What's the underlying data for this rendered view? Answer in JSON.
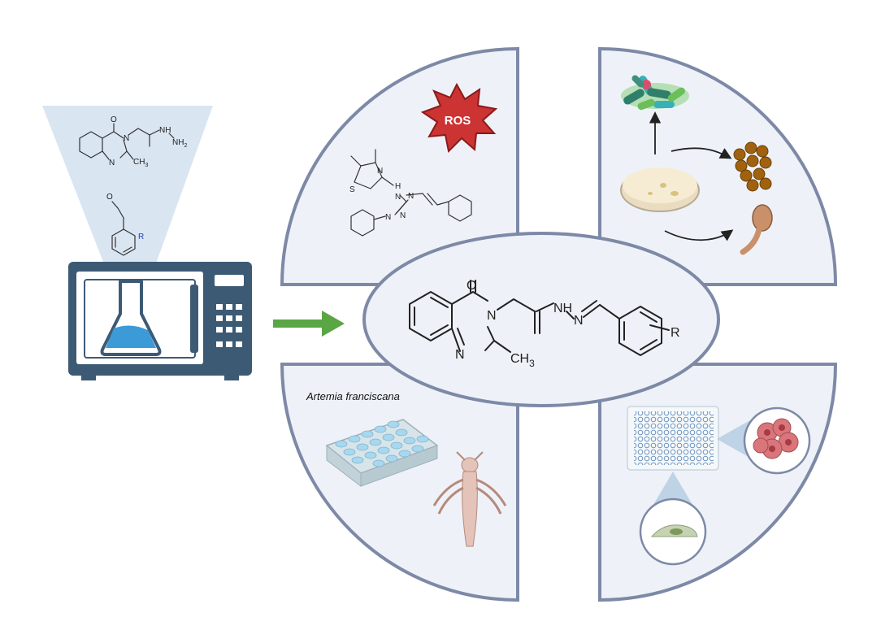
{
  "center_molecule": {
    "label_O": "O",
    "label_N1": "N",
    "label_N2": "N",
    "label_NH": "NH",
    "label_N3": "N",
    "label_CH3": "CH",
    "label_CH3_sub": "3",
    "label_R": "R"
  },
  "reagents": {
    "hydrazide_O": "O",
    "hydrazide_N1": "N",
    "hydrazide_N2": "N",
    "hydrazide_NH": "NH",
    "hydrazide_NH2": "NH",
    "hydrazide_NH2_sub": "2",
    "hydrazide_CH3": "CH",
    "hydrazide_CH3_sub": "3",
    "aldehyde_O": "O",
    "aldehyde_R": "R"
  },
  "quadrants": {
    "antioxidant": {
      "badge": "ROS",
      "label_S": "S",
      "label_N_thiazole": "N",
      "label_H": "H",
      "label_N_a": "N",
      "label_N_b": "N",
      "label_N_c": "N",
      "label_N_d": "N"
    },
    "toxicity": {
      "organism": "Artemia franciscana"
    }
  },
  "colors": {
    "quadrant_fill": "#eef2f8",
    "quadrant_stroke": "#7d89a6",
    "microwave": "#3d5a75",
    "arrow": "#5aa544",
    "ros_badge": "#cc3333",
    "flask_liquid": "#3c9ad6",
    "highlight_r": "#1a3ec8"
  },
  "icons": [
    "microwave-icon",
    "flask-icon",
    "ros-burst-icon",
    "bacteria-icon",
    "petri-dish-icon",
    "fungi-spores-icon",
    "mushroom-icon",
    "well-plate-icon",
    "brine-shrimp-icon",
    "cancer-cell-icon",
    "normal-cell-icon",
    "tissue-culture-plate-icon"
  ]
}
